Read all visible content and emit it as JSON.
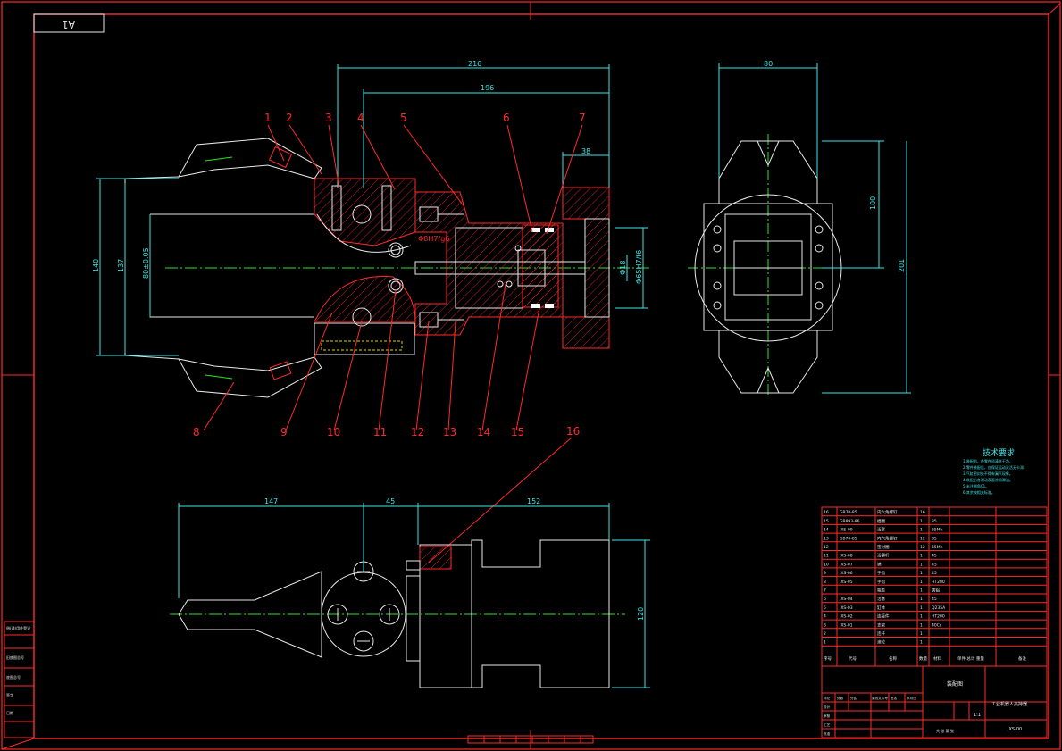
{
  "sheet": {
    "format_label": "A1",
    "scale_label": "1:1",
    "drawing_number": "JXS-00"
  },
  "dimensions_front": {
    "overall_length": "216",
    "inner_length": "196",
    "right_offset": "38",
    "overall_height": "140",
    "jaw_height": "137",
    "bore_fit": "80±0.05",
    "pin_fit": "Φ8H7/g6",
    "rod_dia": "Φ18",
    "bore_dia": "Φ65H7/f6"
  },
  "dimensions_side": {
    "width": "80",
    "height_inner": "100",
    "height_overall": "201"
  },
  "dimensions_top": {
    "left": "147",
    "mid": "45",
    "right": "152",
    "height": "120"
  },
  "leaders": [
    "1",
    "2",
    "3",
    "4",
    "5",
    "6",
    "7",
    "8",
    "9",
    "10",
    "11",
    "12",
    "13",
    "14",
    "15",
    "16"
  ],
  "notes": {
    "title": "技术要求",
    "lines": [
      "1.装配前，各零件须清洗干净。",
      "2.零件装配后，应保证运动灵活无卡滞。",
      "3.气缸密封处不得有漏气现象。",
      "4.装配后各滑动表面涂润滑油。",
      "5.未注倒角C1。",
      "6.其余按相关标准。"
    ]
  },
  "bom": [
    {
      "no": "16",
      "code": "GB70-85",
      "name": "内六角螺钉",
      "qty": "16",
      "mat": ""
    },
    {
      "no": "15",
      "code": "GB893-86",
      "name": "挡圈",
      "qty": "1",
      "mat": "35"
    },
    {
      "no": "14",
      "code": "JXS-09",
      "name": "活塞",
      "qty": "1",
      "mat": "65Mn"
    },
    {
      "no": "13",
      "code": "GB70-85",
      "name": "内六角螺钉",
      "qty": "12",
      "mat": "35"
    },
    {
      "no": "12",
      "code": "",
      "name": "密封圈",
      "qty": "12",
      "mat": "65Mn"
    },
    {
      "no": "11",
      "code": "JXS-08",
      "name": "活塞杆",
      "qty": "1",
      "mat": "45"
    },
    {
      "no": "10",
      "code": "JXS-07",
      "name": "销",
      "qty": "1",
      "mat": "45"
    },
    {
      "no": "9",
      "code": "JXS-06",
      "name": "手指",
      "qty": "1",
      "mat": "45"
    },
    {
      "no": "8",
      "code": "JXS-05",
      "name": "手指",
      "qty": "1",
      "mat": "HT200"
    },
    {
      "no": "7",
      "code": "",
      "name": "端盖",
      "qty": "1",
      "mat": "铸铝"
    },
    {
      "no": "6",
      "code": "JXS-04",
      "name": "活塞",
      "qty": "1",
      "mat": "45"
    },
    {
      "no": "5",
      "code": "JXS-03",
      "name": "缸体",
      "qty": "1",
      "mat": "Q235A"
    },
    {
      "no": "4",
      "code": "JXS-02",
      "name": "连接件",
      "qty": "1",
      "mat": "HT200"
    },
    {
      "no": "3",
      "code": "JXS-01",
      "name": "支架",
      "qty": "1",
      "mat": "40Cr"
    },
    {
      "no": "2",
      "code": "",
      "name": "连杆",
      "qty": "1",
      "mat": ""
    },
    {
      "no": "1",
      "code": "",
      "name": "滚轮",
      "qty": "1",
      "mat": ""
    }
  ],
  "bom_header": {
    "no": "序号",
    "code": "代号",
    "name": "名称",
    "qty": "数量",
    "mat": "材料",
    "weight": "单件 总计 重量",
    "remark": "备注"
  },
  "title_block": {
    "assembly_name": "装配图",
    "project": "工业机器人夹持器",
    "scale": "1:1",
    "drawing_no": "JXS-00",
    "sign_labels": [
      "标记",
      "处数",
      "分区",
      "更改文件号",
      "签名",
      "年月日"
    ],
    "roles": [
      "设计",
      "审核",
      "工艺",
      "批准"
    ],
    "bottom_row": "共 张 第 张"
  },
  "side_strip": [
    "借(通)用件登记",
    "旧底图总号",
    "底图总号",
    "签字",
    "日期"
  ]
}
